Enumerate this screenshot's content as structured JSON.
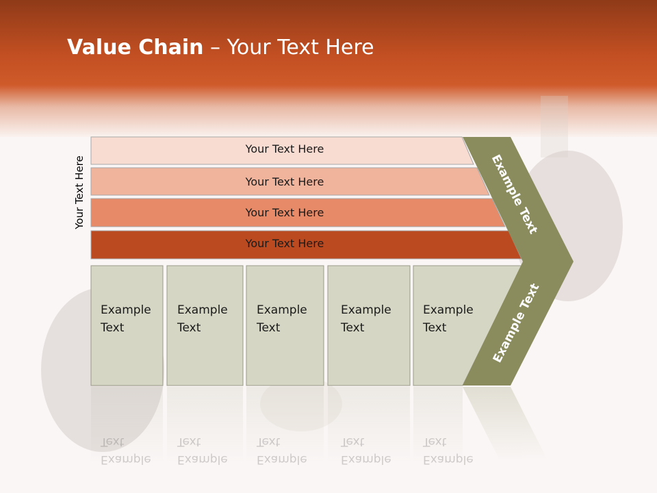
{
  "slide": {
    "title_bold": "Value Chain",
    "title_rest": " – Your Text Here",
    "side_label": "Your Text Here",
    "rows": [
      {
        "label": "Your Text Here",
        "color": "#f8dcd2"
      },
      {
        "label": "Your Text Here",
        "color": "#f0b39c"
      },
      {
        "label": "Your Text Here",
        "color": "#e68a67"
      },
      {
        "label": "Your Text Here",
        "color": "#bc4a20"
      }
    ],
    "boxes": [
      {
        "line1": "Example",
        "line2": "Text"
      },
      {
        "line1": "Example",
        "line2": "Text"
      },
      {
        "line1": "Example",
        "line2": "Text"
      },
      {
        "line1": "Example",
        "line2": "Text"
      },
      {
        "line1": "Example",
        "line2": "Text"
      }
    ],
    "chevron_top": "Example Text",
    "chevron_bottom": "Example Text",
    "colors": {
      "accent": "#c24f22",
      "chevron": "#8a8c5e",
      "box": "#d6d6c4"
    }
  }
}
